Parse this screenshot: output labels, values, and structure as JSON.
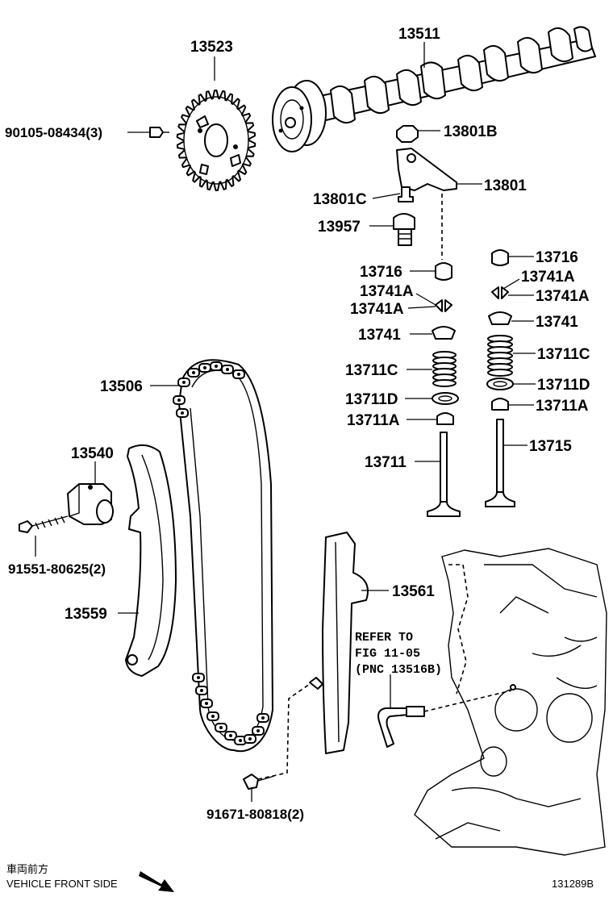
{
  "labels": {
    "camshaft": "13511",
    "cam_sprocket": "13523",
    "sprocket_bolt": "90105-08434(3)",
    "nut_13801b": "13801B",
    "rocker_arm": "13801",
    "adjust_screw": "13801C",
    "lash_adjuster": "13957",
    "cap_left": "13716",
    "cap_right": "13716",
    "keeper_left_a": "13741A",
    "keeper_left_b": "13741A",
    "keeper_right_a": "13741A",
    "keeper_right_b": "13741A",
    "retainer_left": "13741",
    "retainer_right": "13741",
    "spring_left": "13711C",
    "spring_right": "13711C",
    "seat_left": "13711D",
    "seat_right": "13711D",
    "seal_left": "13711A",
    "seal_right": "13711A",
    "intake_valve": "13711",
    "exhaust_valve": "13715",
    "chain": "13506",
    "tensioner": "13540",
    "tensioner_bolt": "91551-80625(2)",
    "slipper": "13559",
    "damper": "13561",
    "damper_bolt": "91671-80818(2)"
  },
  "reference": {
    "line1": "REFER TO",
    "line2": "FIG 11-05",
    "line3": "(PNC 13516B)"
  },
  "footer": {
    "direction_jp": "車両前方",
    "direction_en": "VEHICLE FRONT SIDE",
    "figure_code": "131289B"
  }
}
